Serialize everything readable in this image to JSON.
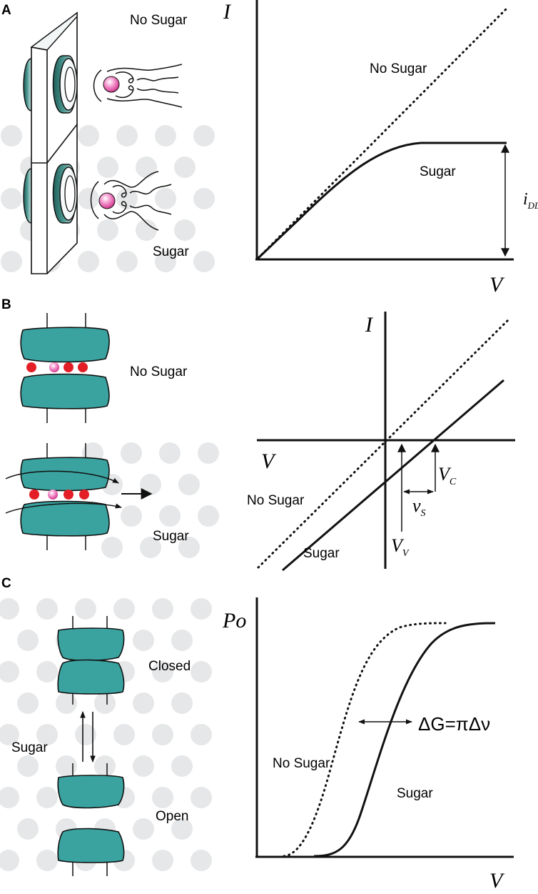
{
  "panel_a": {
    "letter": "A",
    "no_sugar": "No Sugar",
    "sugar": "Sugar",
    "graph": {
      "y_axis": "I",
      "x_axis": "V",
      "no_sugar_curve": "No Sugar",
      "sugar_curve": "Sugar",
      "limit_label": "i",
      "limit_sub": "DL"
    }
  },
  "panel_b": {
    "letter": "B",
    "no_sugar": "No Sugar",
    "sugar": "Sugar",
    "graph": {
      "y_axis": "I",
      "x_axis": "V",
      "no_sugar_curve": "No Sugar",
      "sugar_curve": "Sugar",
      "vc": "V",
      "vc_sub": "C",
      "vs": "v",
      "vs_sub": "S",
      "vv": "V",
      "vv_sub": "V"
    }
  },
  "panel_c": {
    "letter": "C",
    "closed": "Closed",
    "open": "Open",
    "sugar": "Sugar",
    "graph": {
      "y_axis": "Po",
      "x_axis": "V",
      "no_sugar_curve": "No Sugar",
      "sugar_curve": "Sugar",
      "delta_g": "ΔG=πΔν"
    }
  }
}
